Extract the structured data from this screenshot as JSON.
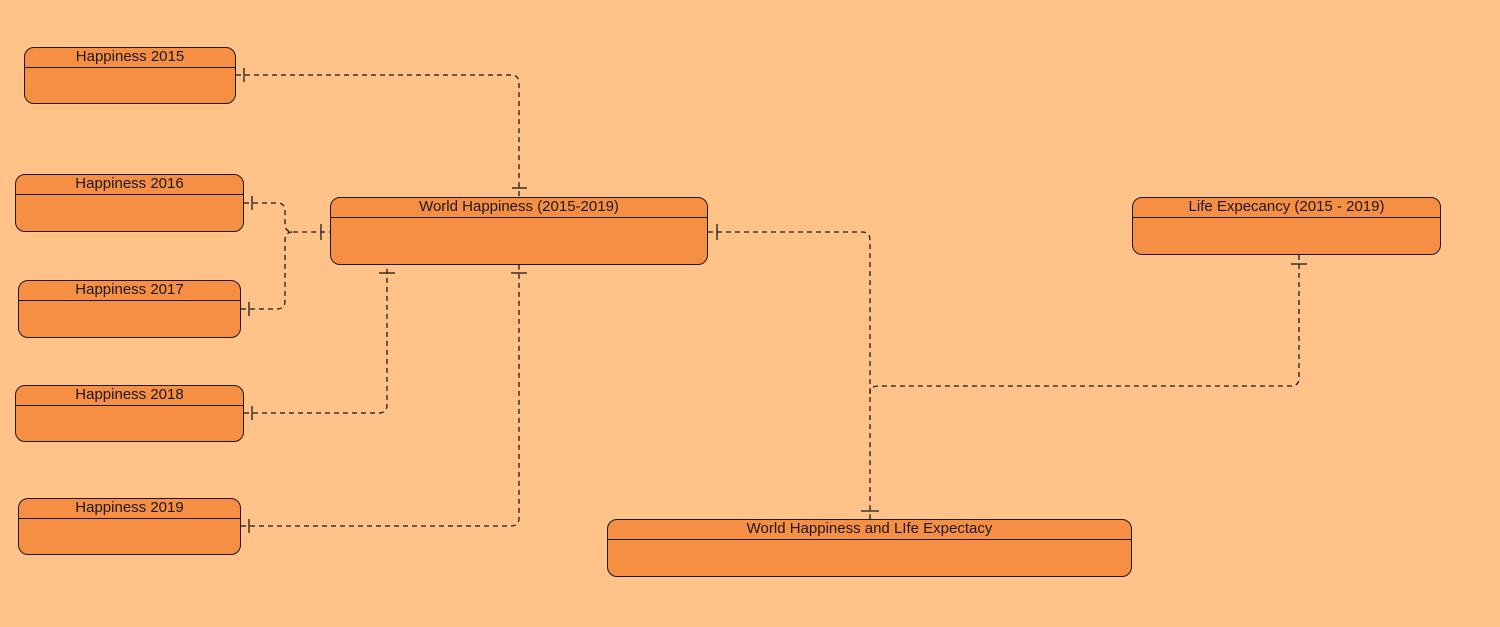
{
  "diagram": {
    "entities": {
      "happiness_2015": "Happiness 2015",
      "happiness_2016": "Happiness 2016",
      "happiness_2017": "Happiness 2017",
      "happiness_2018": "Happiness 2018",
      "happiness_2019": "Happiness 2019",
      "world_happiness": "World Happiness (2015-2019)",
      "life_expectancy": "Life Expecancy (2015 - 2019)",
      "combined": "World Happiness and LIfe Expectacy"
    },
    "relationships": [
      {
        "from": "Happiness 2015",
        "to": "World Happiness (2015-2019)",
        "cardinality": "one-to-one"
      },
      {
        "from": "Happiness 2016",
        "to": "World Happiness (2015-2019)",
        "cardinality": "one-to-one"
      },
      {
        "from": "Happiness 2017",
        "to": "World Happiness (2015-2019)",
        "cardinality": "one-to-one"
      },
      {
        "from": "Happiness 2018",
        "to": "World Happiness (2015-2019)",
        "cardinality": "one-to-one"
      },
      {
        "from": "Happiness 2019",
        "to": "World Happiness (2015-2019)",
        "cardinality": "one-to-one"
      },
      {
        "from": "World Happiness (2015-2019)",
        "to": "World Happiness and LIfe Expectacy",
        "cardinality": "one-to-one"
      },
      {
        "from": "Life Expecancy (2015 - 2019)",
        "to": "World Happiness and LIfe Expectacy",
        "cardinality": "one-to-one"
      }
    ],
    "colors": {
      "background": "#ffc38a",
      "entity_fill": "#f68e43",
      "stroke": "#1a1a1a"
    }
  }
}
